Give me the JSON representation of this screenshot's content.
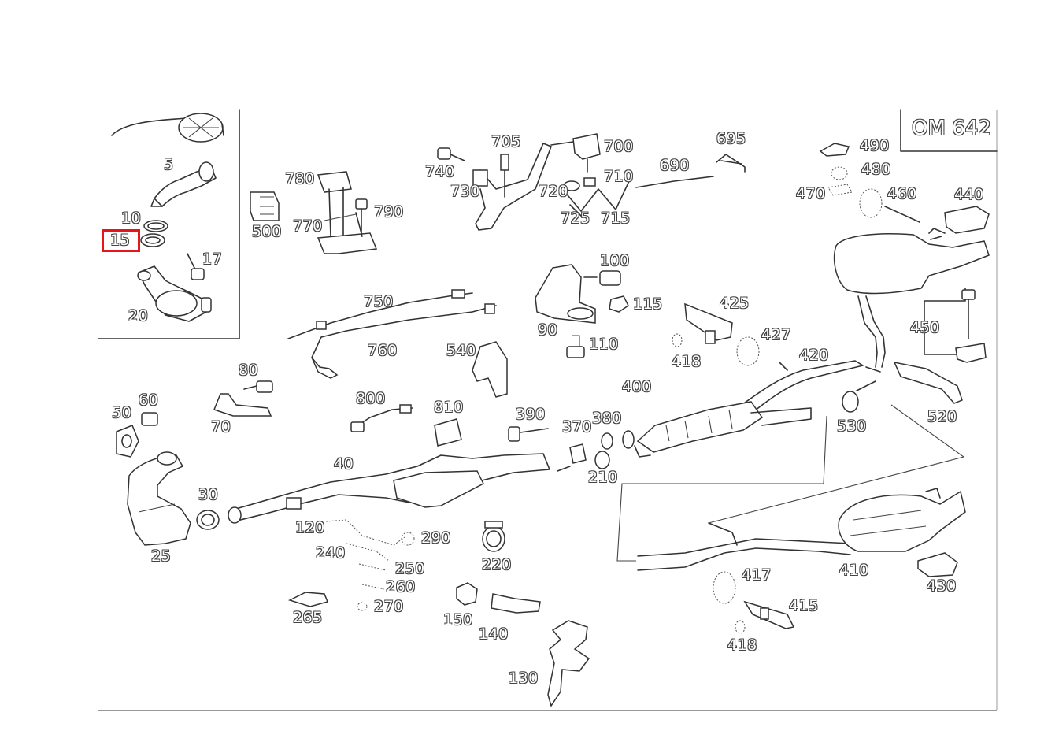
{
  "engine_label": "OM 642",
  "highlighted_part": "15",
  "part_numbers": [
    "5",
    "10",
    "15",
    "17",
    "20",
    "25",
    "30",
    "40",
    "50",
    "60",
    "70",
    "80",
    "90",
    "100",
    "110",
    "115",
    "120",
    "130",
    "140",
    "150",
    "210",
    "220",
    "240",
    "250",
    "260",
    "265",
    "270",
    "290",
    "370",
    "380",
    "390",
    "400",
    "410",
    "415",
    "417",
    "418",
    "418",
    "420",
    "425",
    "427",
    "430",
    "440",
    "450",
    "460",
    "470",
    "480",
    "490",
    "500",
    "520",
    "530",
    "540",
    "690",
    "695",
    "700",
    "705",
    "710",
    "715",
    "720",
    "725",
    "730",
    "740",
    "750",
    "760",
    "770",
    "780",
    "790",
    "800",
    "810"
  ]
}
